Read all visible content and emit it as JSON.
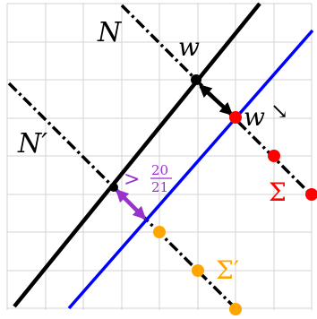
{
  "labels": {
    "N": "N",
    "N_prime": "N′",
    "w_top": "w",
    "w_arrow": "w",
    "arrow_glyph": "↘",
    "sigma": "Σ",
    "sigma_prime": "Σ′",
    "gt": ">",
    "frac_num": "20",
    "frac_den": "21"
  },
  "colors": {
    "grid": "#d3d3d3",
    "black_line": "#000000",
    "blue_line": "#0000ff",
    "red_points": "#ff0000",
    "orange_points": "#ffa500",
    "purple_arrow": "#9932cc"
  },
  "icons": {
    "black_arrow": "double-headed-arrow",
    "purple_arrow": "double-headed-arrow"
  }
}
